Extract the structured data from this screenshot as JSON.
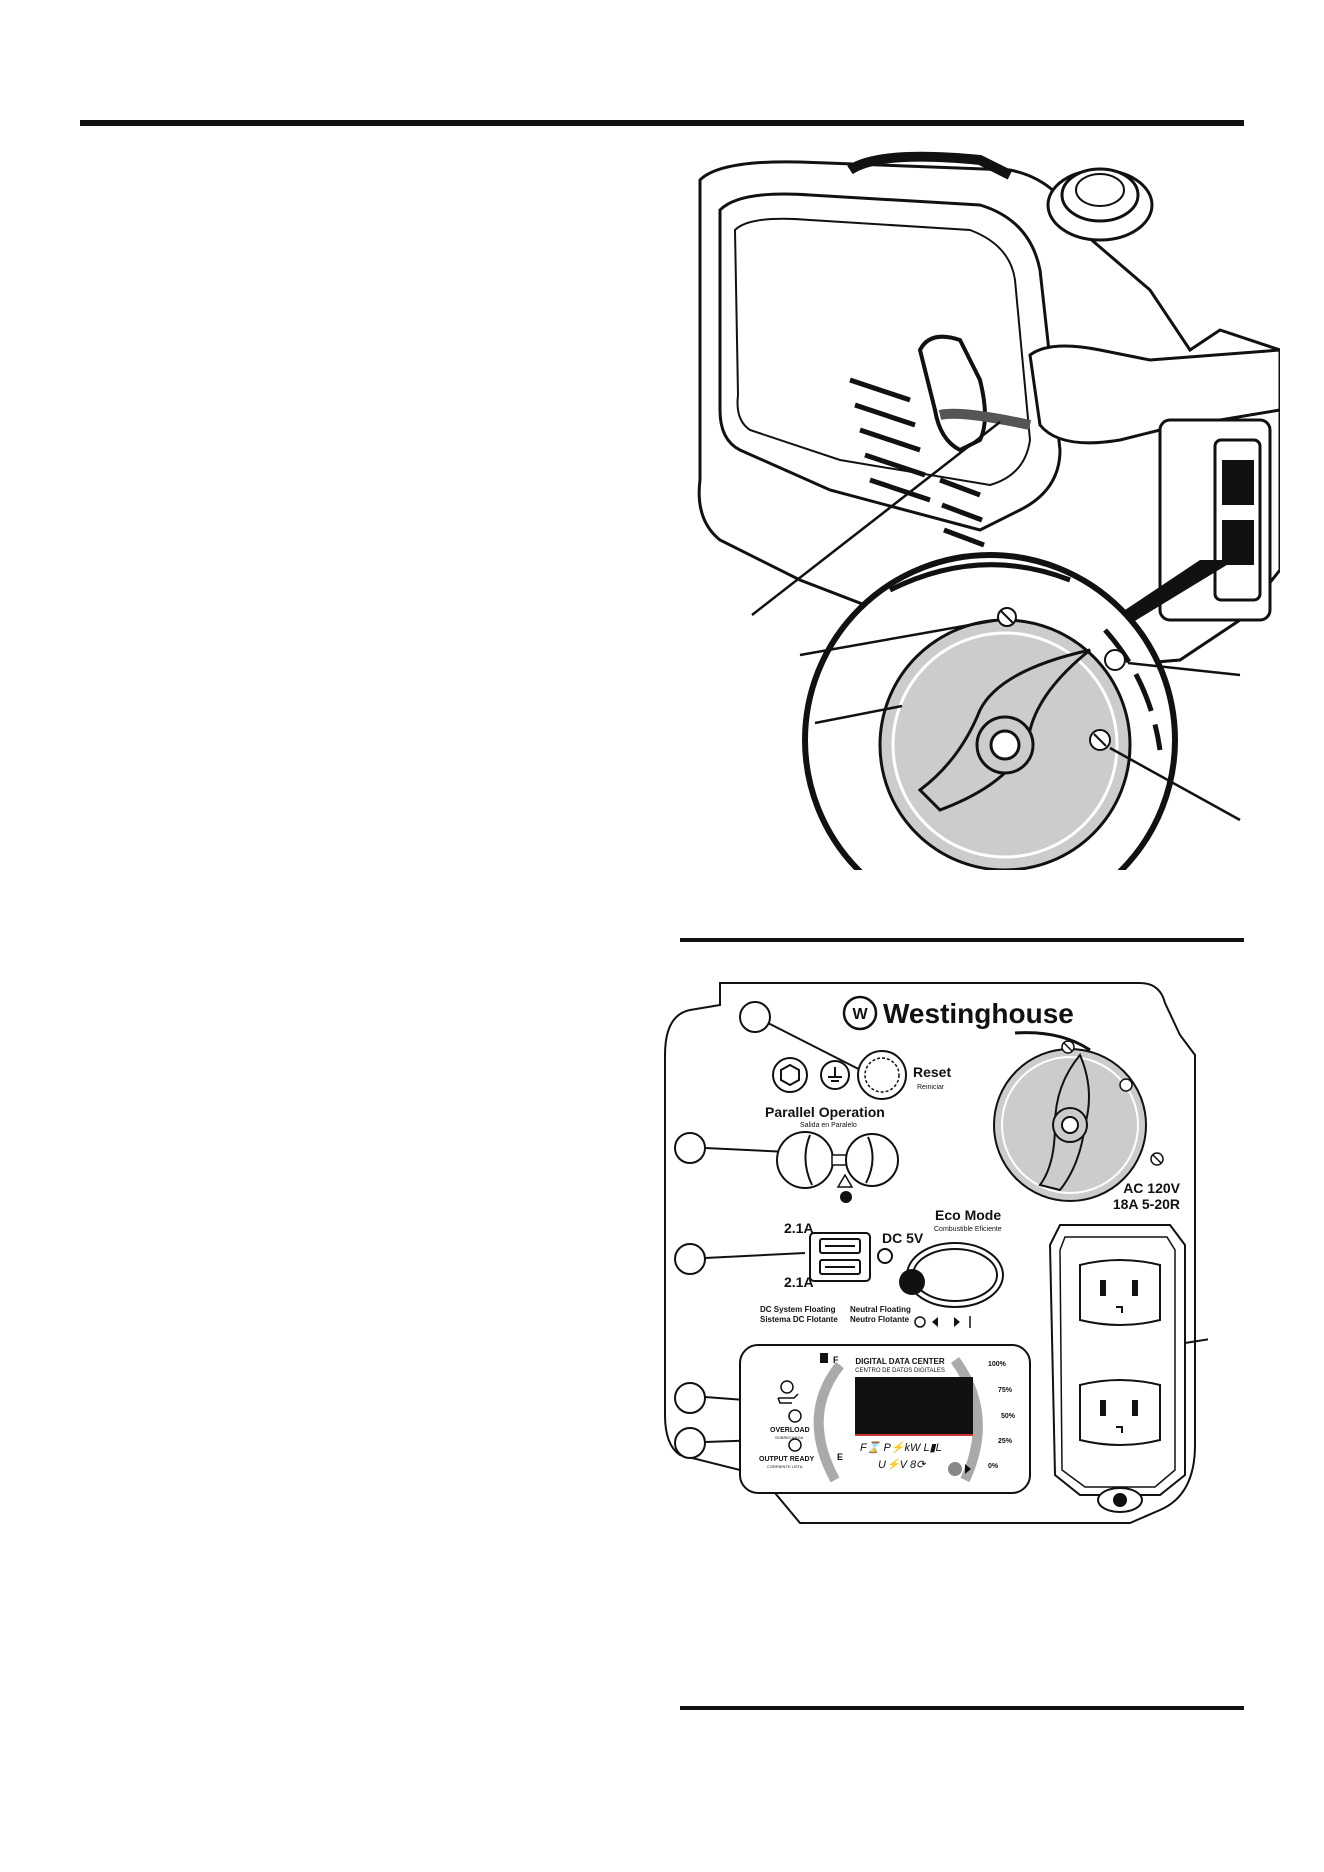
{
  "panel": {
    "brand": "Westinghouse",
    "reset": {
      "label": "Reset",
      "sub": "Reiniciar"
    },
    "parallel": {
      "label": "Parallel Operation",
      "sub": "Salida en Paralelo"
    },
    "usb": {
      "top_rating": "2.1A",
      "bottom_rating": "2.1A",
      "dc_label": "DC 5V"
    },
    "eco": {
      "label": "Eco Mode",
      "sub": "Combustible Eficiente"
    },
    "dc_floating": {
      "line1": "DC System Floating",
      "line2": "Sistema DC Flotante"
    },
    "neutral_floating": {
      "line1": "Neutral Floating",
      "line2": "Neutro Flotante"
    },
    "ac_rating": {
      "line1": "AC 120V",
      "line2": "18A 5-20R"
    },
    "data_center": {
      "title": "DIGITAL DATA CENTER",
      "sub": "CENTRO DE DATOS DIGITALES",
      "fuel_full": "F",
      "fuel_empty": "E",
      "load_ticks": [
        "100%",
        "75%",
        "50%",
        "25%",
        "0%"
      ],
      "mode_row1": "F⌛  P⚡kW  L▮L",
      "mode_row2": "U⚡V  8⟳"
    },
    "overload": {
      "label": "OVERLOAD",
      "sub": "SOBRECARGA"
    },
    "output_ready": {
      "label": "OUTPUT READY",
      "sub": "CORRIENTE LISTA"
    }
  },
  "colors": {
    "ink": "#111111",
    "dial_fill": "#cccccc",
    "display": "#111111"
  }
}
